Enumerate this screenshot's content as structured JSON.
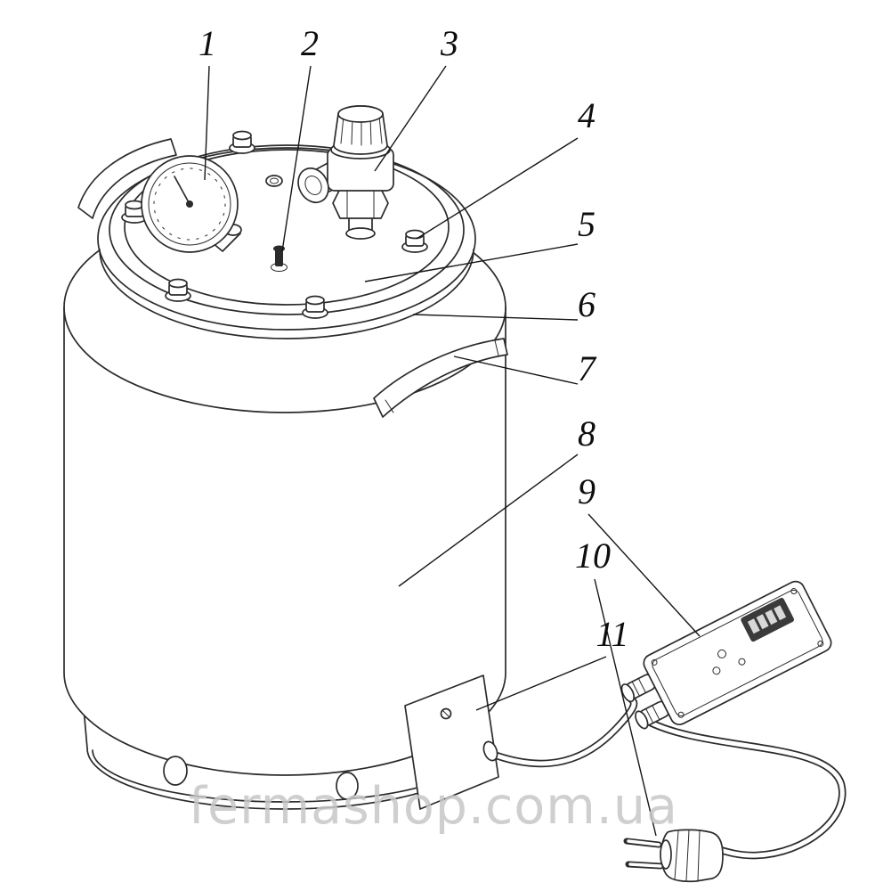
{
  "watermark": "fermashop.com.ua",
  "callouts": [
    {
      "label": "1"
    },
    {
      "label": "2"
    },
    {
      "label": "3"
    },
    {
      "label": "4"
    },
    {
      "label": "5"
    },
    {
      "label": "6"
    },
    {
      "label": "7"
    },
    {
      "label": "8"
    },
    {
      "label": "9"
    },
    {
      "label": "10"
    },
    {
      "label": "11"
    }
  ]
}
